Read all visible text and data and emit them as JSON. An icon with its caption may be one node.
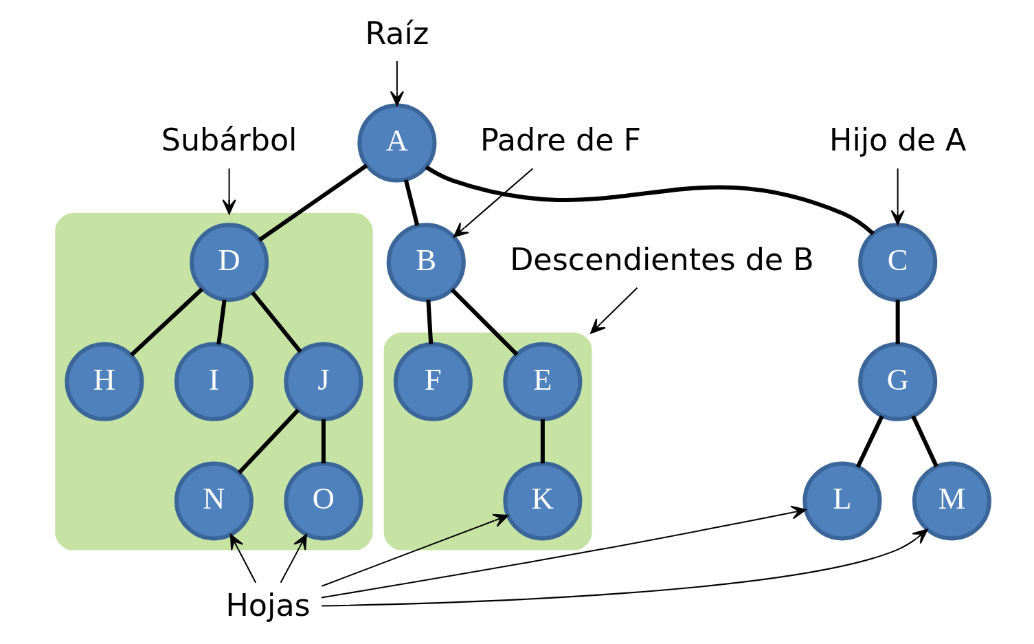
{
  "diagram": {
    "nodes": [
      {
        "text": [
          "Raíz"
        ]
      },
      {
        "text": [
          "Padre de F"
        ]
      },
      {
        "text": [
          "Hijo de A"
        ]
      },
      {
        "text": [
          "A"
        ]
      },
      {
        "text": [
          "Subárbol"
        ]
      },
      {
        "text": [
          "B"
        ]
      },
      {
        "text": [
          "C"
        ]
      },
      {
        "text": [],
        "shape": "polygon"
      },
      {
        "text": [
          "D"
        ],
        "in": 7
      },
      {
        "text": [
          "Descendientes de B"
        ]
      },
      {
        "text": [],
        "shape": "polygon"
      },
      {
        "text": [
          "E"
        ],
        "in": 10
      },
      {
        "text": [
          "F"
        ],
        "in": 10
      },
      {
        "text": [
          "G"
        ]
      },
      {
        "text": [
          "H"
        ],
        "in": 7
      },
      {
        "text": [
          "I"
        ],
        "in": 7
      },
      {
        "text": [
          "J"
        ],
        "in": 7
      },
      {
        "text": [
          "K"
        ],
        "in": 10
      },
      {
        "text": [
          "L"
        ]
      },
      {
        "text": [
          "M"
        ]
      },
      {
        "text": [
          "N"
        ],
        "in": 7
      },
      {
        "text": [
          "O"
        ],
        "in": 7
      },
      {
        "text": [
          "Hojas"
        ]
      }
    ],
    "edges": [
      {
        "from": 0,
        "to": 3,
        "arrow": "to"
      },
      {
        "from": 1,
        "to": 5,
        "arrow": "to"
      },
      {
        "from": 2,
        "to": 6,
        "arrow": "to"
      },
      {
        "from": 4,
        "to": 7,
        "arrow": "to"
      },
      {
        "from": 9,
        "to": 10,
        "arrow": "to"
      },
      {
        "from": 3,
        "to": 5,
        "arrow": "none"
      },
      {
        "from": 3,
        "to": 6,
        "arrow": "none"
      },
      {
        "from": 3,
        "to": 8,
        "arrow": "none"
      },
      {
        "from": 5,
        "to": 11,
        "arrow": "none"
      },
      {
        "from": 5,
        "to": 12,
        "arrow": "none"
      },
      {
        "from": 6,
        "to": 13,
        "arrow": "none"
      },
      {
        "from": 8,
        "to": 14,
        "arrow": "none"
      },
      {
        "from": 8,
        "to": 15,
        "arrow": "none"
      },
      {
        "from": 8,
        "to": 16,
        "arrow": "none"
      },
      {
        "from": 11,
        "to": 17,
        "arrow": "none"
      },
      {
        "from": 13,
        "to": 18,
        "arrow": "none"
      },
      {
        "from": 13,
        "to": 19,
        "arrow": "none"
      },
      {
        "from": 16,
        "to": 20,
        "arrow": "none"
      },
      {
        "from": 16,
        "to": 21,
        "arrow": "none"
      },
      {
        "from": 22,
        "to": 17,
        "arrow": "to"
      },
      {
        "from": 22,
        "to": 18,
        "arrow": "to"
      },
      {
        "from": 22,
        "to": 19,
        "arrow": "to"
      },
      {
        "from": 22,
        "to": 20,
        "arrow": "to"
      },
      {
        "from": 22,
        "to": 21,
        "arrow": "to"
      }
    ]
  }
}
